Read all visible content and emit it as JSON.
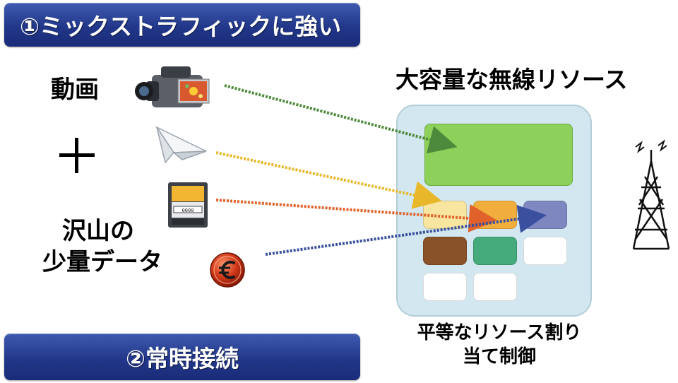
{
  "banners": {
    "top": "①ミックストラフィックに強い",
    "bottom": "②常時接続"
  },
  "sources": {
    "video_label": "動画",
    "plus": "＋",
    "small_data_line1": "沢山の",
    "small_data_line2": "少量データ"
  },
  "resource": {
    "title": "大容量な無線リソース",
    "caption_line1": "平等なリソース割り",
    "caption_line2": "当て制御"
  },
  "icons": {
    "video": "video-camera-icon",
    "message": "paper-plane-icon",
    "meter": "electric-meter-icon",
    "payment": "euro-coin-icon",
    "antenna": "radio-tower-icon"
  },
  "colors": {
    "banner": "#22378a",
    "panel": "#d2e7ef",
    "video_block": "#8ed15a",
    "arrow_video": "#4e8a3c",
    "arrow_message": "#e8b82a",
    "arrow_meter": "#e0612a",
    "arrow_payment": "#3a4f9e",
    "block_light_yellow": "#f8e6a0",
    "block_orange": "#f2ae3c",
    "block_purple": "#7f87c0",
    "block_brown": "#8a5228",
    "block_green": "#45aa7c",
    "block_empty": "#ffffff"
  }
}
